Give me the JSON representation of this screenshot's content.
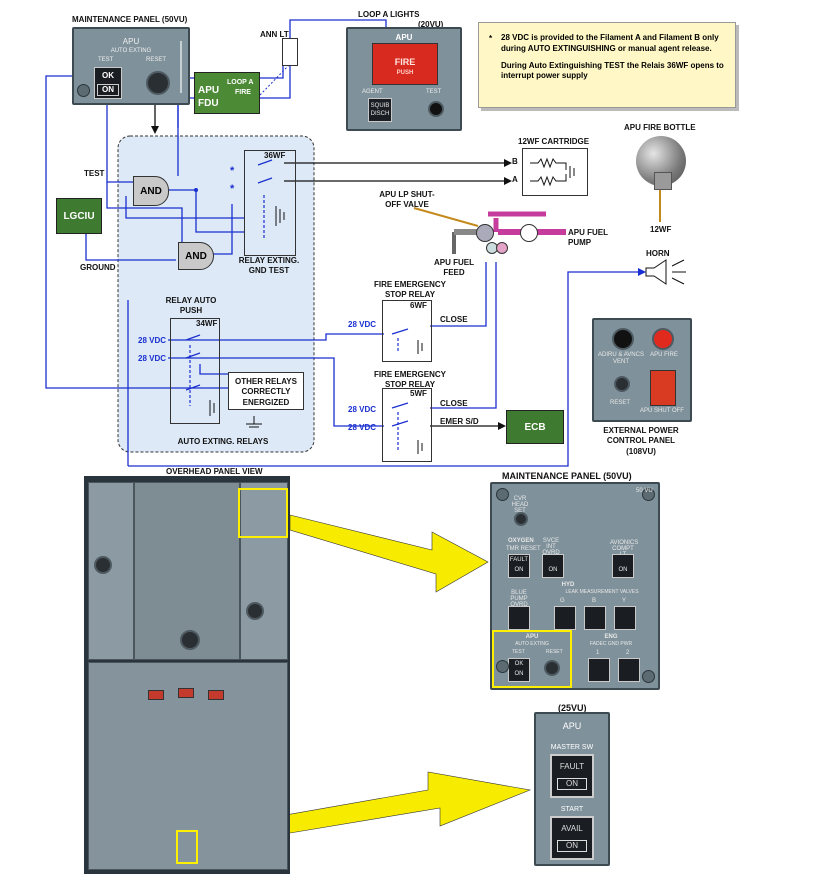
{
  "maint_panel_top": {
    "title": "MAINTENANCE PANEL (50VU)",
    "header": "APU",
    "subheader": "AUTO EXTING",
    "test": "TEST",
    "reset": "RESET",
    "ok": "OK",
    "on": "ON"
  },
  "loop_lights": {
    "title": "LOOP A LIGHTS",
    "vu": "(20VU)",
    "apu": "APU",
    "fire": "FIRE",
    "push": "PUSH",
    "agent": "AGENT",
    "test": "TEST",
    "squib": "SQUIB",
    "disch": "DISCH"
  },
  "ann_lt": "ANN LT",
  "apu_fdu": {
    "apu": "APU",
    "fdu": "FDU",
    "loop": "LOOP A",
    "fire": "FIRE"
  },
  "note": {
    "star": "*",
    "line1": "28 VDC is provided to the Filament A and Filament B only during AUTO EXTINGUISHING or manual agent release.",
    "line2": "During Auto Extinguishing TEST the Relais 36WF opens to interrupt power supply"
  },
  "labels": {
    "test": "TEST",
    "and": "AND",
    "lgciu": "LGCIU",
    "ground": "GROUND",
    "r36wf": "36WF",
    "relay_gnd": "RELAY EXTING. GND TEST",
    "cartridge": "12WF CARTRIDGE",
    "b": "B",
    "a": "A",
    "apu_fire_bottle": "APU FIRE BOTTLE",
    "twelve_wf": "12WF",
    "apu_lp": "APU LP SHUT-OFF VALVE",
    "apu_fuel_pump": "APU FUEL PUMP",
    "apu_fuel_feed": "APU FUEL FEED",
    "horn": "HORN",
    "relay_auto_push": "RELAY AUTO PUSH",
    "r34wf": "34WF",
    "vdc28": "28 VDC",
    "other_relays": "OTHER RELAYS CORRECTLY ENERGIZED",
    "auto_exting_relays": "AUTO EXTING. RELAYS",
    "fire_stop1": "FIRE EMERGENCY STOP RELAY",
    "r6wf": "6WF",
    "close": "CLOSE",
    "fire_stop2": "FIRE EMERGENCY STOP RELAY",
    "r5wf": "5WF",
    "emer_sd": "EMER S/D",
    "ecb": "ECB",
    "ext_power": "EXTERNAL POWER CONTROL PANEL",
    "ext_vu": "(108VU)",
    "adirs": "ADIRU & AVNCS VENT",
    "apu_fire_lbl": "APU FIRE",
    "reset": "RESET",
    "apu_shut_off": "APU SHUT OFF",
    "overhead": "OVERHEAD PANEL VIEW",
    "maint_big": "MAINTENANCE PANEL (50VU)",
    "vu25": "(25VU)",
    "apu25": "APU",
    "master_sw": "MASTER SW",
    "fault": "FAULT",
    "on": "ON",
    "start": "START",
    "avail": "AVAIL"
  },
  "maint_big_panel": {
    "cvr": "CVR HEAD SET",
    "oxygen": "OXYGEN",
    "tmr_reset": "TMR RESET",
    "svce_int": "SVCE INT OVRD",
    "avionics": "AVIONICS COMPT LT",
    "hyd": "HYD",
    "leak": "LEAK MEASUREMENT VALVES",
    "blue_pump": "BLUE PUMP OVRD",
    "g": "G",
    "b": "B",
    "y": "Y",
    "apu": "APU",
    "auto_exting": "AUTO EXTING",
    "test": "TEST",
    "reset": "RESET",
    "eng": "ENG",
    "fadec": "FADEC GND PWR",
    "one": "1",
    "two": "2",
    "fault": "FAULT",
    "on": "ON",
    "ok": "OK",
    "vu": "50 VU"
  }
}
